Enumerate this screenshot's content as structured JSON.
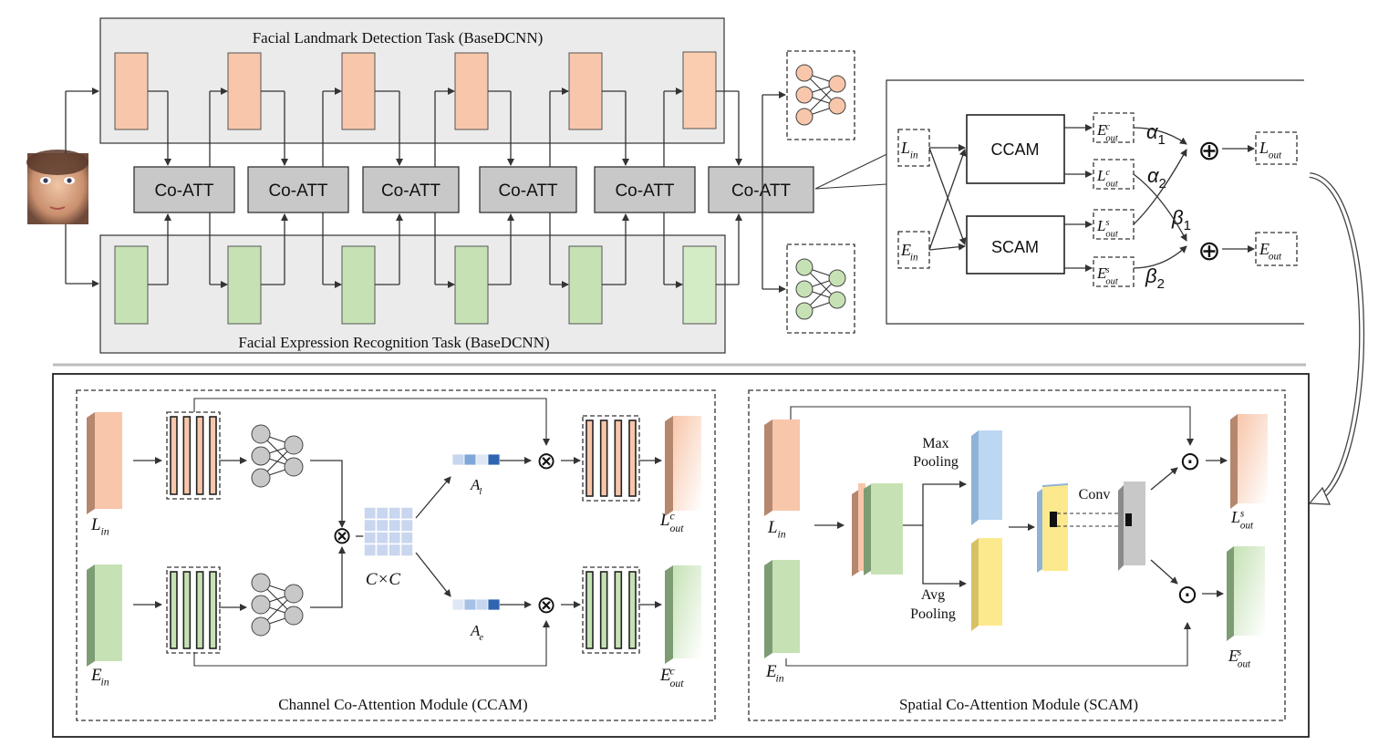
{
  "top": {
    "fld_title": "Facial Landmark Detection Task (BaseDCNN)",
    "fer_title": "Facial Expression Recognition Task (BaseDCNN)",
    "coatt_labels": [
      "Co-ATT",
      "Co-ATT",
      "Co-ATT",
      "Co-ATT",
      "Co-ATT",
      "Co-ATT"
    ]
  },
  "fusion": {
    "ccam": "CCAM",
    "scam": "SCAM",
    "l_in": {
      "base": "L",
      "sub": "in",
      "sup": ""
    },
    "e_in": {
      "base": "E",
      "sub": "in",
      "sup": ""
    },
    "e_out_c": {
      "base": "E",
      "sub": "out",
      "sup": "c"
    },
    "l_out_c": {
      "base": "L",
      "sub": "out",
      "sup": "c"
    },
    "l_out_s": {
      "base": "L",
      "sub": "out",
      "sup": "s"
    },
    "e_out_s": {
      "base": "E",
      "sub": "out",
      "sup": "s"
    },
    "l_out": {
      "base": "L",
      "sub": "out",
      "sup": ""
    },
    "e_out": {
      "base": "E",
      "sub": "out",
      "sup": ""
    },
    "alpha1": {
      "base": "α",
      "sub": "1"
    },
    "alpha2": {
      "base": "α",
      "sub": "2"
    },
    "beta1": {
      "base": "β",
      "sub": "1"
    },
    "beta2": {
      "base": "β",
      "sub": "2"
    },
    "plus": "⊕"
  },
  "ccam": {
    "title": "Channel Co-Attention Module (CCAM)",
    "l_in": {
      "base": "L",
      "sub": "in",
      "sup": ""
    },
    "e_in": {
      "base": "E",
      "sub": "in",
      "sup": ""
    },
    "l_out": {
      "base": "L",
      "sub": "out",
      "sup": "c"
    },
    "e_out": {
      "base": "E",
      "sub": "out",
      "sup": "c"
    },
    "cxc": "C×C",
    "a_l": {
      "base": "A",
      "sub": "l"
    },
    "a_e": {
      "base": "A",
      "sub": "e"
    },
    "otimes": "⊗"
  },
  "scam": {
    "title": "Spatial Co-Attention Module (SCAM)",
    "l_in": {
      "base": "L",
      "sub": "in",
      "sup": ""
    },
    "e_in": {
      "base": "E",
      "sub": "in",
      "sup": ""
    },
    "l_out": {
      "base": "L",
      "sub": "out",
      "sup": "s"
    },
    "e_out": {
      "base": "E",
      "sub": "out",
      "sup": "s"
    },
    "max_pool_1": "Max",
    "max_pool_2": "Pooling",
    "avg_pool_1": "Avg",
    "avg_pool_2": "Pooling",
    "conv": "Conv",
    "odot": "⊙"
  },
  "colors": {
    "orange": "#f8c6aa",
    "orange_dark": "#b5876e",
    "green": "#c6e2b5",
    "green_dark": "#7e9c74",
    "gray_box": "#c8c8c8",
    "panel_bg": "#ebebeb",
    "blue": "#bcd7f2",
    "yellow": "#fde98d"
  }
}
